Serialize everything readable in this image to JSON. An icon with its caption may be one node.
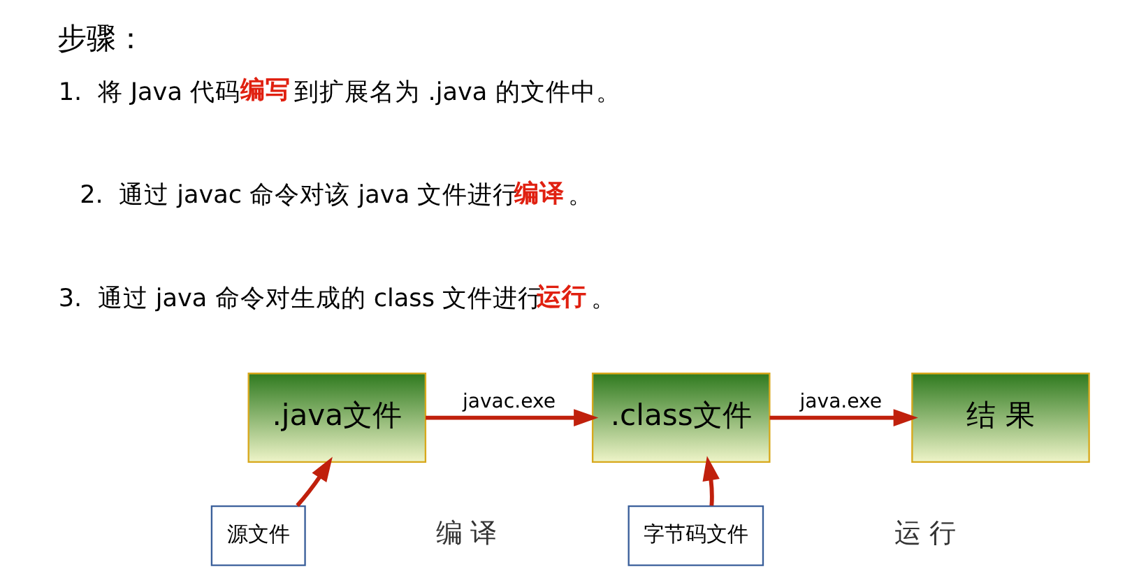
{
  "diagram": {
    "title": "步骤：",
    "nodes": [
      {
        "text": [
          ".java文件"
        ]
      },
      {
        "text": [
          ".class文件"
        ]
      },
      {
        "text": [
          "结 果"
        ]
      },
      {
        "text": [
          "源文件"
        ]
      },
      {
        "text": [
          "字节码文件"
        ]
      }
    ],
    "edges": [
      {
        "from": 0,
        "to": 1,
        "arrow": "to",
        "label": "javac.exe"
      },
      {
        "from": 1,
        "to": 2,
        "arrow": "to",
        "label": "java.exe"
      },
      {
        "from": 3,
        "to": 0,
        "arrow": "to"
      },
      {
        "from": 4,
        "to": 1,
        "arrow": "to"
      }
    ],
    "labels": [
      "1.  将 Java 代码**编写**到扩展名为 .java 的文件中。",
      "2.  通过 javac 命令对该 java 文件进行**编译**。",
      "3.  通过 java 命令对生成的 class 文件进行**运行**。",
      "编 译",
      "运 行"
    ]
  }
}
